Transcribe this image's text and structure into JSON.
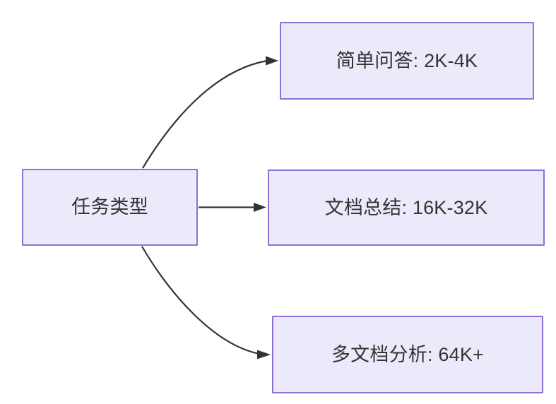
{
  "diagram": {
    "type": "flowchart",
    "direction": "left-to-right",
    "background_color": "#ffffff",
    "node_fill_color": "#ece9fb",
    "node_border_color": "#9070d8",
    "node_text_color": "#333333",
    "edge_color": "#333333",
    "root": {
      "id": "root",
      "label": "任务类型"
    },
    "nodes": [
      {
        "id": "task-0",
        "label": "简单问答: 2K-4K",
        "task": "简单问答",
        "context_range": "2K-4K"
      },
      {
        "id": "task-1",
        "label": "文档总结: 16K-32K",
        "task": "文档总结",
        "context_range": "16K-32K"
      },
      {
        "id": "task-2",
        "label": "多文档分析: 64K+",
        "task": "多文档分析",
        "context_range": "64K+"
      }
    ],
    "edges": [
      {
        "from": "root",
        "to": "task-0",
        "style": "curved",
        "arrow": "triangle"
      },
      {
        "from": "root",
        "to": "task-1",
        "style": "straight",
        "arrow": "triangle"
      },
      {
        "from": "root",
        "to": "task-2",
        "style": "curved",
        "arrow": "triangle"
      }
    ]
  }
}
